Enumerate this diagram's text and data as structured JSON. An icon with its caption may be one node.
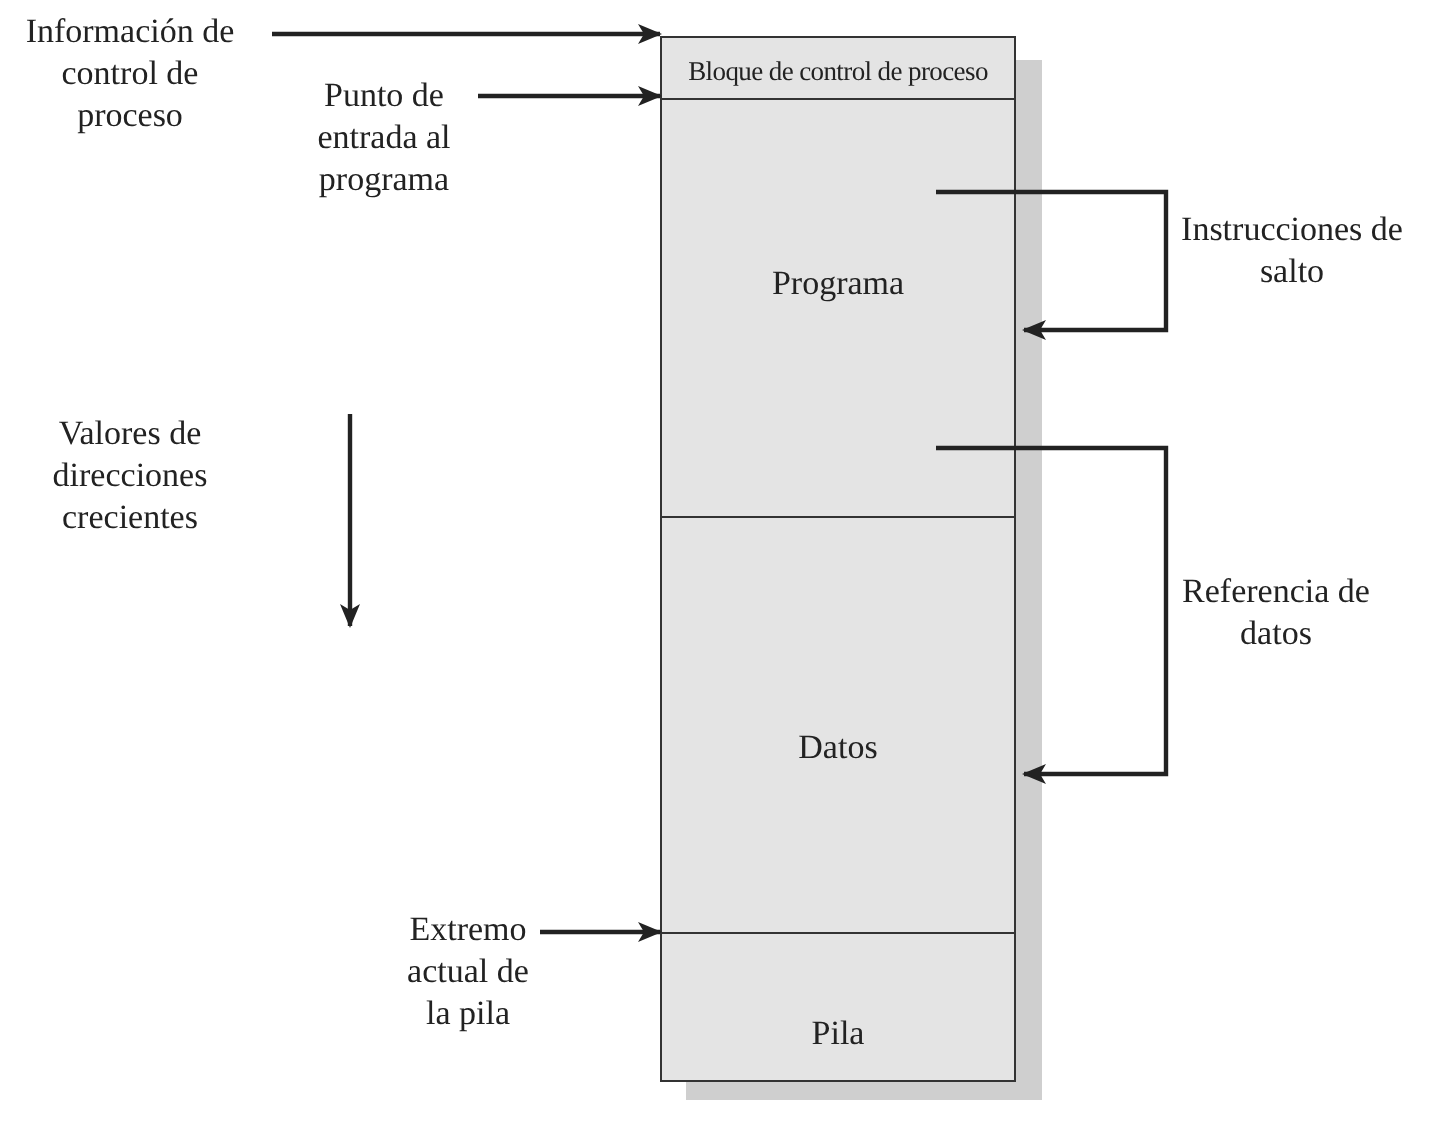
{
  "diagram": {
    "nodes": [
      {
        "text": [
          "Bloque de control de proceso"
        ]
      },
      {
        "text": [
          "Programa"
        ]
      },
      {
        "text": [
          "Datos"
        ]
      },
      {
        "text": [
          "Pila"
        ]
      },
      {
        "text": [
          "Información de control de proceso"
        ]
      },
      {
        "text": [
          "Punto de entrada al programa"
        ]
      },
      {
        "text": [
          "Extremo actual de la pila"
        ]
      }
    ],
    "edges": [
      {
        "from": 4,
        "to": 0,
        "arrow": "to"
      },
      {
        "from": 5,
        "to": 1,
        "arrow": "to"
      },
      {
        "from": 6,
        "to": 3,
        "arrow": "to"
      },
      {
        "from": 1,
        "to": 1,
        "arrow": "to",
        "label": "Instrucciones de salto"
      },
      {
        "from": 1,
        "to": 2,
        "arrow": "to",
        "label": "Referencia de datos"
      }
    ],
    "labels": [
      "Valores de direcciones crecientes"
    ]
  }
}
